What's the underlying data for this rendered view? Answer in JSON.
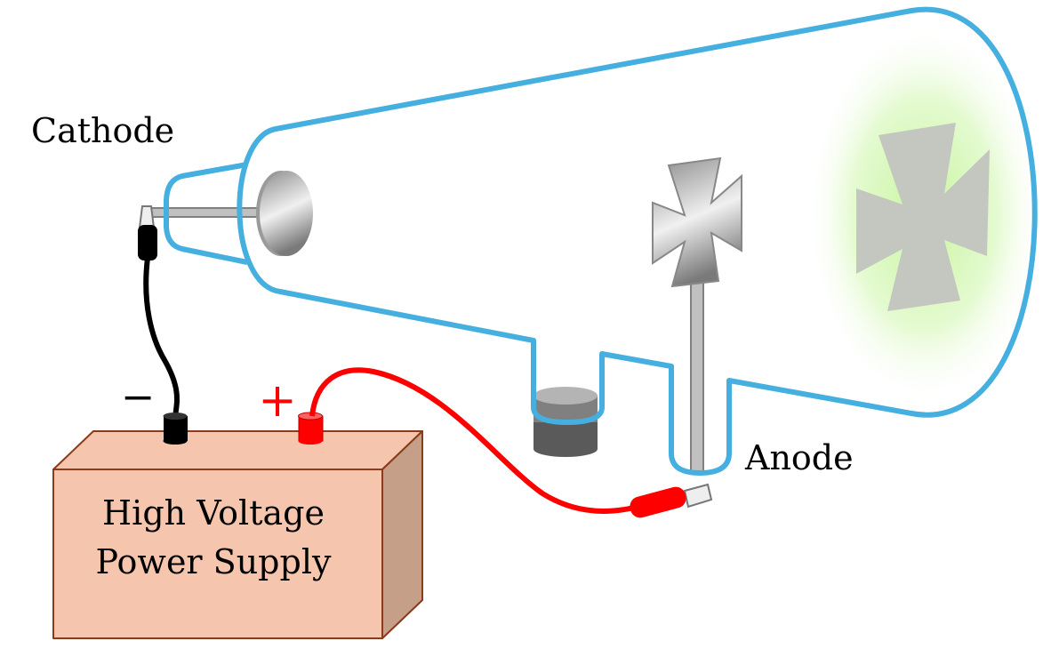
{
  "labels": {
    "cathode": "Cathode",
    "anode": "Anode",
    "power_supply_line1": "High Voltage",
    "power_supply_line2": "Power Supply",
    "negative_terminal": "−",
    "positive_terminal": "+"
  },
  "colors": {
    "tube_glass": "#45b0e0",
    "power_supply_front": "#f5c6ad",
    "power_supply_side": "#c59f88",
    "power_supply_edge": "#8b3a1a",
    "positive_wire": "#ff0000",
    "negative_wire": "#000000",
    "fluorescence_glow": "#c8f5a0",
    "cross_shadow": "#c4c6c0"
  }
}
